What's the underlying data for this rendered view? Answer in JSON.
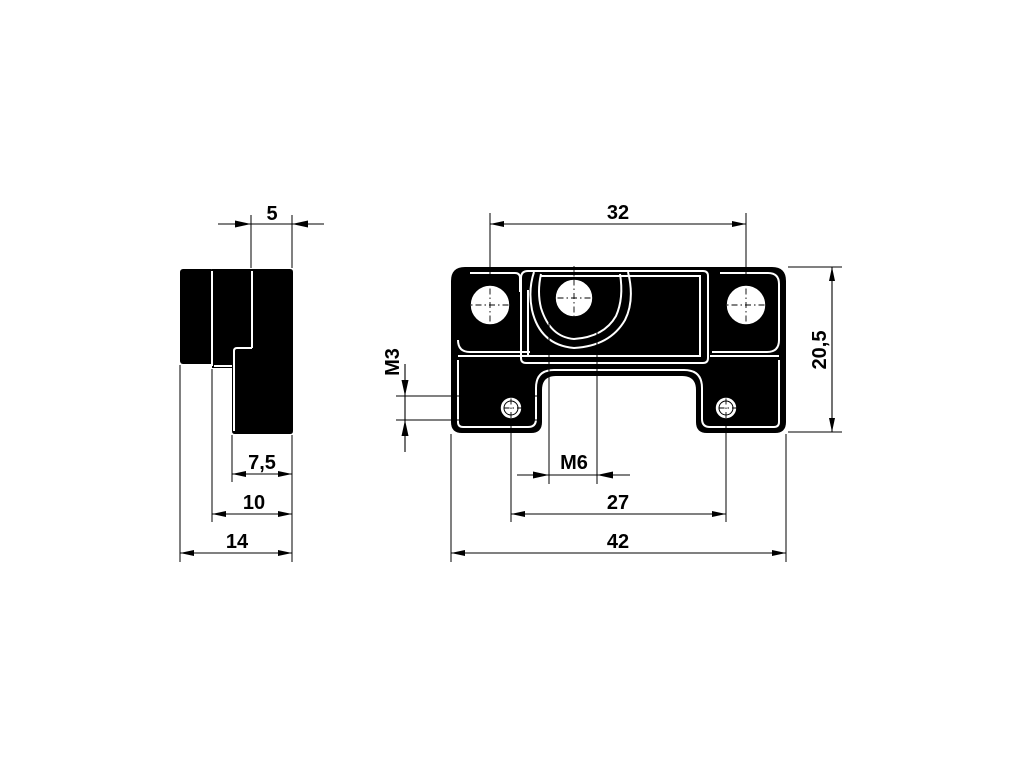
{
  "dimensions": {
    "side_top_width": "5",
    "side_inner": "7,5",
    "side_mid": "10",
    "side_total": "14",
    "front_hole_spacing_top": "32",
    "front_height": "20,5",
    "thread_small": "M3",
    "thread_large": "M6",
    "front_hole_spacing_bottom": "27",
    "front_total_width": "42"
  }
}
